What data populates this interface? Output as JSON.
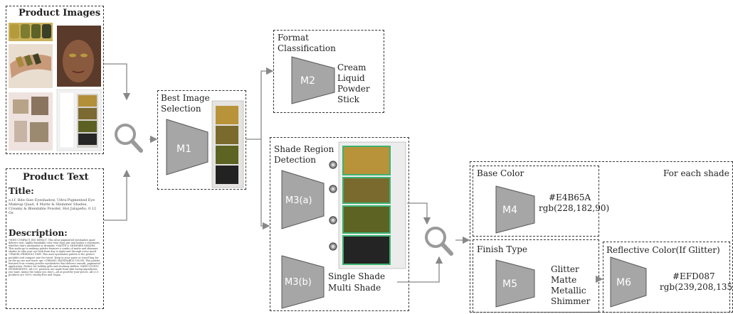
{
  "product_images": {
    "title": "Product Images"
  },
  "product_text": {
    "title": "Product Text",
    "title_label": "Title:",
    "title_body": "e.l.f. Bite-Size Eyeshadow, Ultra-Pigmented Eye Makeup Quad, 4 Matte & Shimmer Shades, Creamy & Blendable Powder, Hot Jalapeño, 0.12 Oz",
    "description_label": "Description:",
    "description_body": "•MINI COMPACT, BIG IMPACT: This ultra-pigmented eyeshadow quad delivers rich, highly blendable color that stays put and makes a statement, whether that's minimalist or dramatic •MATTE & SHIMMER SHADES: This audio-go-to makeup palette features a combo of matte and shimmer shades to take your eye look from day to night and through every mood •TRAVEL-FRIENDLY SIZE: This mini eyeshadow palette is the perfect portable and compact size for travel. Keep in your purse or travel bag for on-the-go use and touch ups •CREAMY, BLENDABLE COLOR: This palette features four creamy powder eyeshadows that delivers smooth, pigmented application. Perfect for holiday gifts and stocking stuffers •SKIN-LOVING INGREDIENTS: All e.l.f. products are made from skin-loving ingredients you want, minus the toxins you don't—all at good-for-your-prices. All e.l.f. products are 100% cruelty-free and Vegan."
  },
  "best_image": {
    "title": "Best Image Selection",
    "model": "M1"
  },
  "format": {
    "title": "Format Classification",
    "model": "M2",
    "classes": [
      "Cream",
      "Liquid",
      "Powder",
      "Stick"
    ]
  },
  "shade_region": {
    "title": "Shade Region Detection",
    "model_a": "M3(a)",
    "model_b": "M3(b)",
    "classes": [
      "Single Shade",
      "Multi Shade"
    ]
  },
  "for_each_shade": "For each shade",
  "base_color": {
    "title": "Base Color",
    "model": "M4",
    "hex": "#E4B65A",
    "rgb": "rgb(228,182,90)"
  },
  "finish_type": {
    "title": "Finish Type",
    "model": "M5",
    "classes": [
      "Glitter",
      "Matte",
      "Metallic",
      "Shimmer"
    ]
  },
  "reflective_color": {
    "title": "Reflective Color(If Glitter)",
    "model": "M6",
    "hex": "#EFD087",
    "rgb": "rgb(239,208,135)"
  },
  "colors": {
    "model_fill": "#a6a6a6",
    "arrow": "#888888",
    "swatch_gold": "#b8933a",
    "swatch_bronze": "#7a6a2e",
    "swatch_olive": "#5d6322",
    "swatch_black": "#222222",
    "detect_green": "#3cb371"
  },
  "icons": {
    "search": "magnifier-icon",
    "dot": "shade-marker-icon"
  }
}
